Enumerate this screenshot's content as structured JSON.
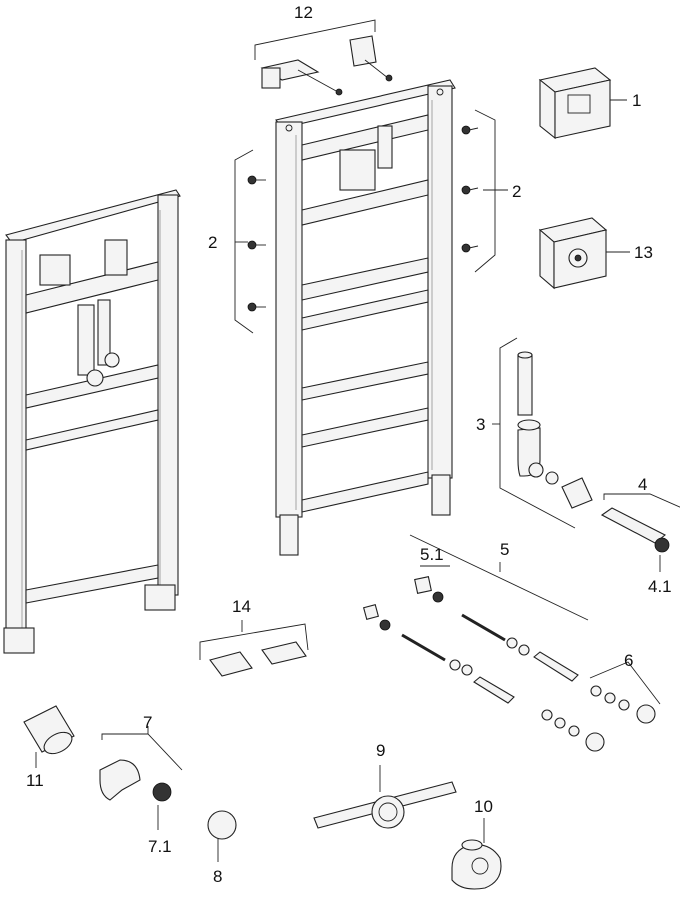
{
  "labels": {
    "l1": "1",
    "l2a": "2",
    "l2b": "2",
    "l3": "3",
    "l4": "4",
    "l4_1": "4.1",
    "l5": "5",
    "l5_1": "5.1",
    "l6": "6",
    "l7": "7",
    "l7_1": "7.1",
    "l8": "8",
    "l9": "9",
    "l10": "10",
    "l11": "11",
    "l12": "12",
    "l13": "13",
    "l14": "14"
  }
}
